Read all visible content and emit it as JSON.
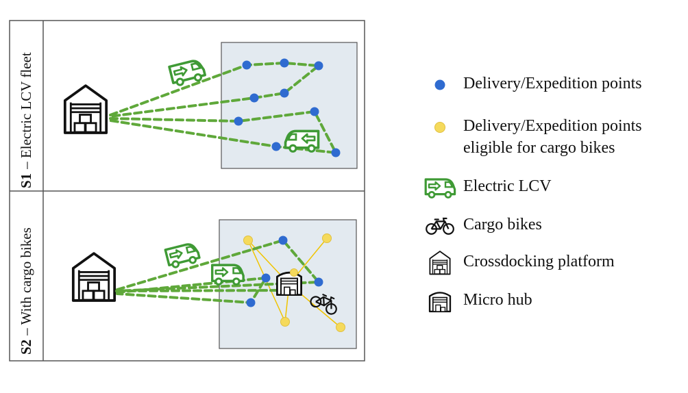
{
  "scenarios": {
    "s1": {
      "code": "S1",
      "label": "– Electric LCV fleet"
    },
    "s2": {
      "code": "S2",
      "label": "– With cargo bikes"
    }
  },
  "legend": [
    {
      "icon": "blue-dot-icon",
      "text": "Delivery/Expedition points"
    },
    {
      "icon": "yellow-dot-icon",
      "text": "Delivery/Expedition points\neligible for cargo bikes"
    },
    {
      "icon": "electric-van-icon",
      "text": "Electric LCV"
    },
    {
      "icon": "bicycle-icon",
      "text": "Cargo bikes"
    },
    {
      "icon": "warehouse-icon",
      "text": "Crossdocking platform"
    },
    {
      "icon": "micro-hub-icon",
      "text": "Micro hub"
    }
  ],
  "colors": {
    "route": "#5fa83a",
    "blue_point": "#2f6bd0",
    "yellow_point": "#f5da5c",
    "yellow_line": "#f0c400",
    "zone_fill": "#e3eaf0",
    "icon_green": "#3f9a35"
  }
}
